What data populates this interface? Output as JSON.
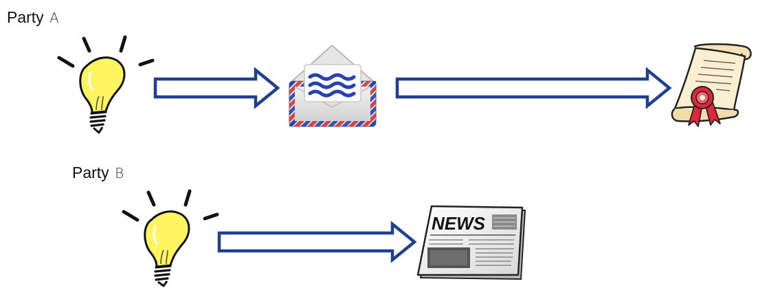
{
  "party_a": {
    "label_word": "Party",
    "label_letter": "A",
    "steps": [
      "lightbulb-icon",
      "envelope-icon",
      "certificate-scroll-icon"
    ]
  },
  "party_b": {
    "label_word": "Party",
    "label_letter": "B",
    "steps": [
      "lightbulb-icon",
      "newspaper-icon"
    ]
  },
  "newspaper": {
    "masthead": "NEWS"
  },
  "colors": {
    "arrow_stroke": "#1F3F8F",
    "bulb_fill": "#FFF560",
    "ribbon_red": "#E0283A",
    "airmail_blue": "#2840B0",
    "airmail_red": "#D83030"
  }
}
